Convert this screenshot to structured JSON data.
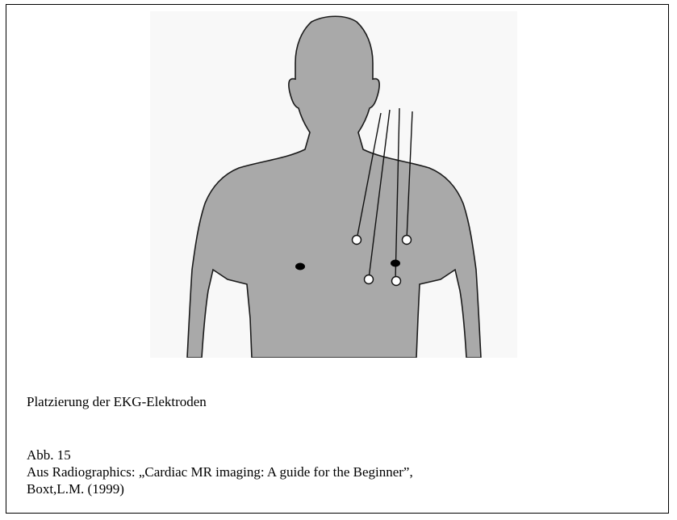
{
  "figure": {
    "body_color": "#a9a9a9",
    "background_color": "#f8f8f8",
    "electrode_colors": {
      "open": "#ffffff",
      "filled": "#000000"
    }
  },
  "caption": "Platzierung der EKG-Elektroden",
  "reference": {
    "figure_number": "Abb. 15",
    "source": "Aus  Radiographics: „Cardiac MR imaging: A guide  for the Beginner”,",
    "author": "Boxt,L.M. (1999)"
  }
}
